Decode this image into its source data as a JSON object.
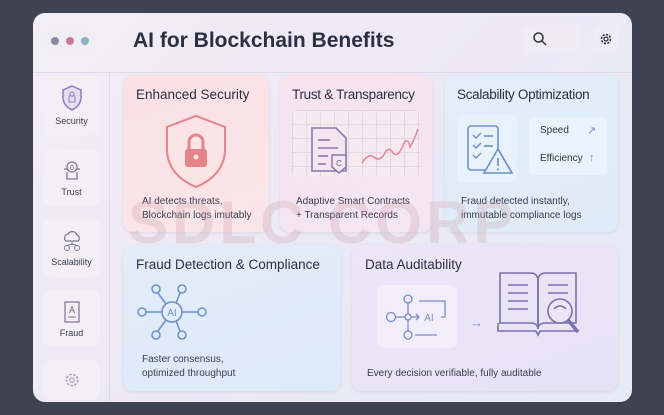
{
  "header": {
    "title": "AI for Blockchain Benefits"
  },
  "sidebar": {
    "items": [
      {
        "label": "Security"
      },
      {
        "label": "Trust"
      },
      {
        "label": "Scalability"
      },
      {
        "label": "Fraud"
      }
    ]
  },
  "cards": {
    "security": {
      "title": "Enhanced Security",
      "desc1": "AI detects threats,",
      "desc2": "Blockchain logs imutably"
    },
    "trust": {
      "title": "Trust & Transparency",
      "desc1": "Adaptive Smart Contracts",
      "desc2": "+ Transparent Records",
      "doc_badge": "C"
    },
    "scalability": {
      "title": "Scalability Optimization",
      "speed": "Speed",
      "efficiency": "Efficiency",
      "desc1": "Fraud detected instantly,",
      "desc2": "immutable compliance logs"
    },
    "fraud": {
      "title": "Fraud Detection & Compliance",
      "hub": "AI",
      "desc1": "Faster consensus,",
      "desc2": "optimized throughput"
    },
    "audit": {
      "title": "Data Auditability",
      "flow_label": "AI",
      "desc": "Every decision verifiable, fully auditable"
    }
  },
  "watermark": "SDLC CORP",
  "colors": {
    "dot1": "#8a8aa0",
    "dot2": "#c77a98",
    "dot3": "#8fb0c0",
    "security": "#e6848a",
    "blue": "#6d8fc8",
    "purple": "#7a6fb0"
  }
}
